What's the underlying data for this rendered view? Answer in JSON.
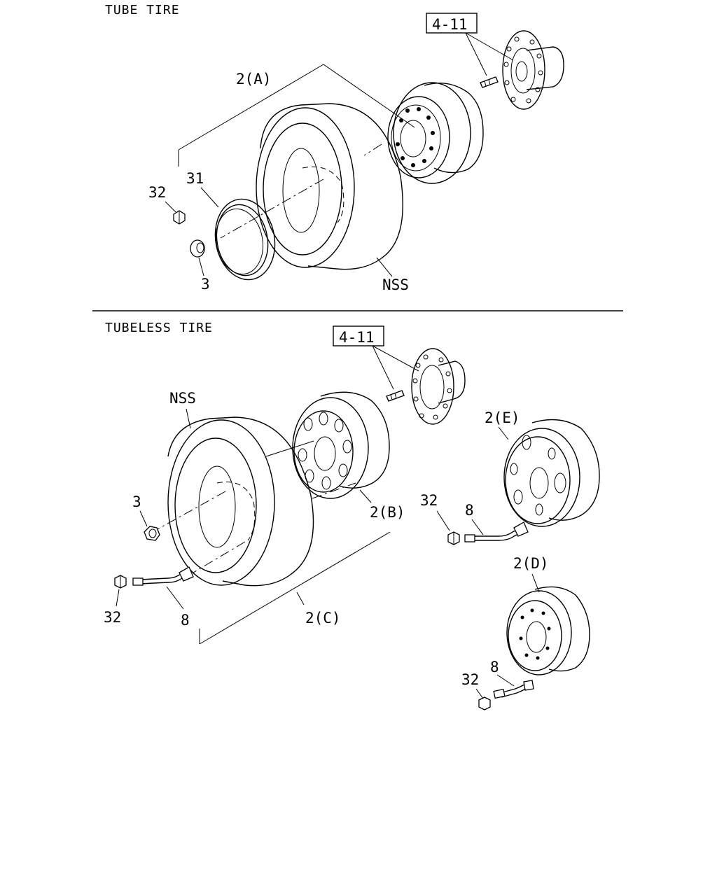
{
  "sections": {
    "tube": {
      "title": "TUBE TIRE"
    },
    "tubeless": {
      "title": "TUBELESS TIRE"
    }
  },
  "labels": {
    "tube_ref": "4-11",
    "tube_2a": "2(A)",
    "tube_31": "31",
    "tube_32": "32",
    "tube_3": "3",
    "tube_nss": "NSS",
    "tl_ref": "4-11",
    "tl_nss": "NSS",
    "tl_3": "3",
    "tl_32": "32",
    "tl_8": "8",
    "tl_2b": "2(B)",
    "tl_2c": "2(C)",
    "tl_2e": "2(E)",
    "tl_32e": "32",
    "tl_8e": "8",
    "tl_2d": "2(D)",
    "tl_8d": "8",
    "tl_32d": "32"
  }
}
